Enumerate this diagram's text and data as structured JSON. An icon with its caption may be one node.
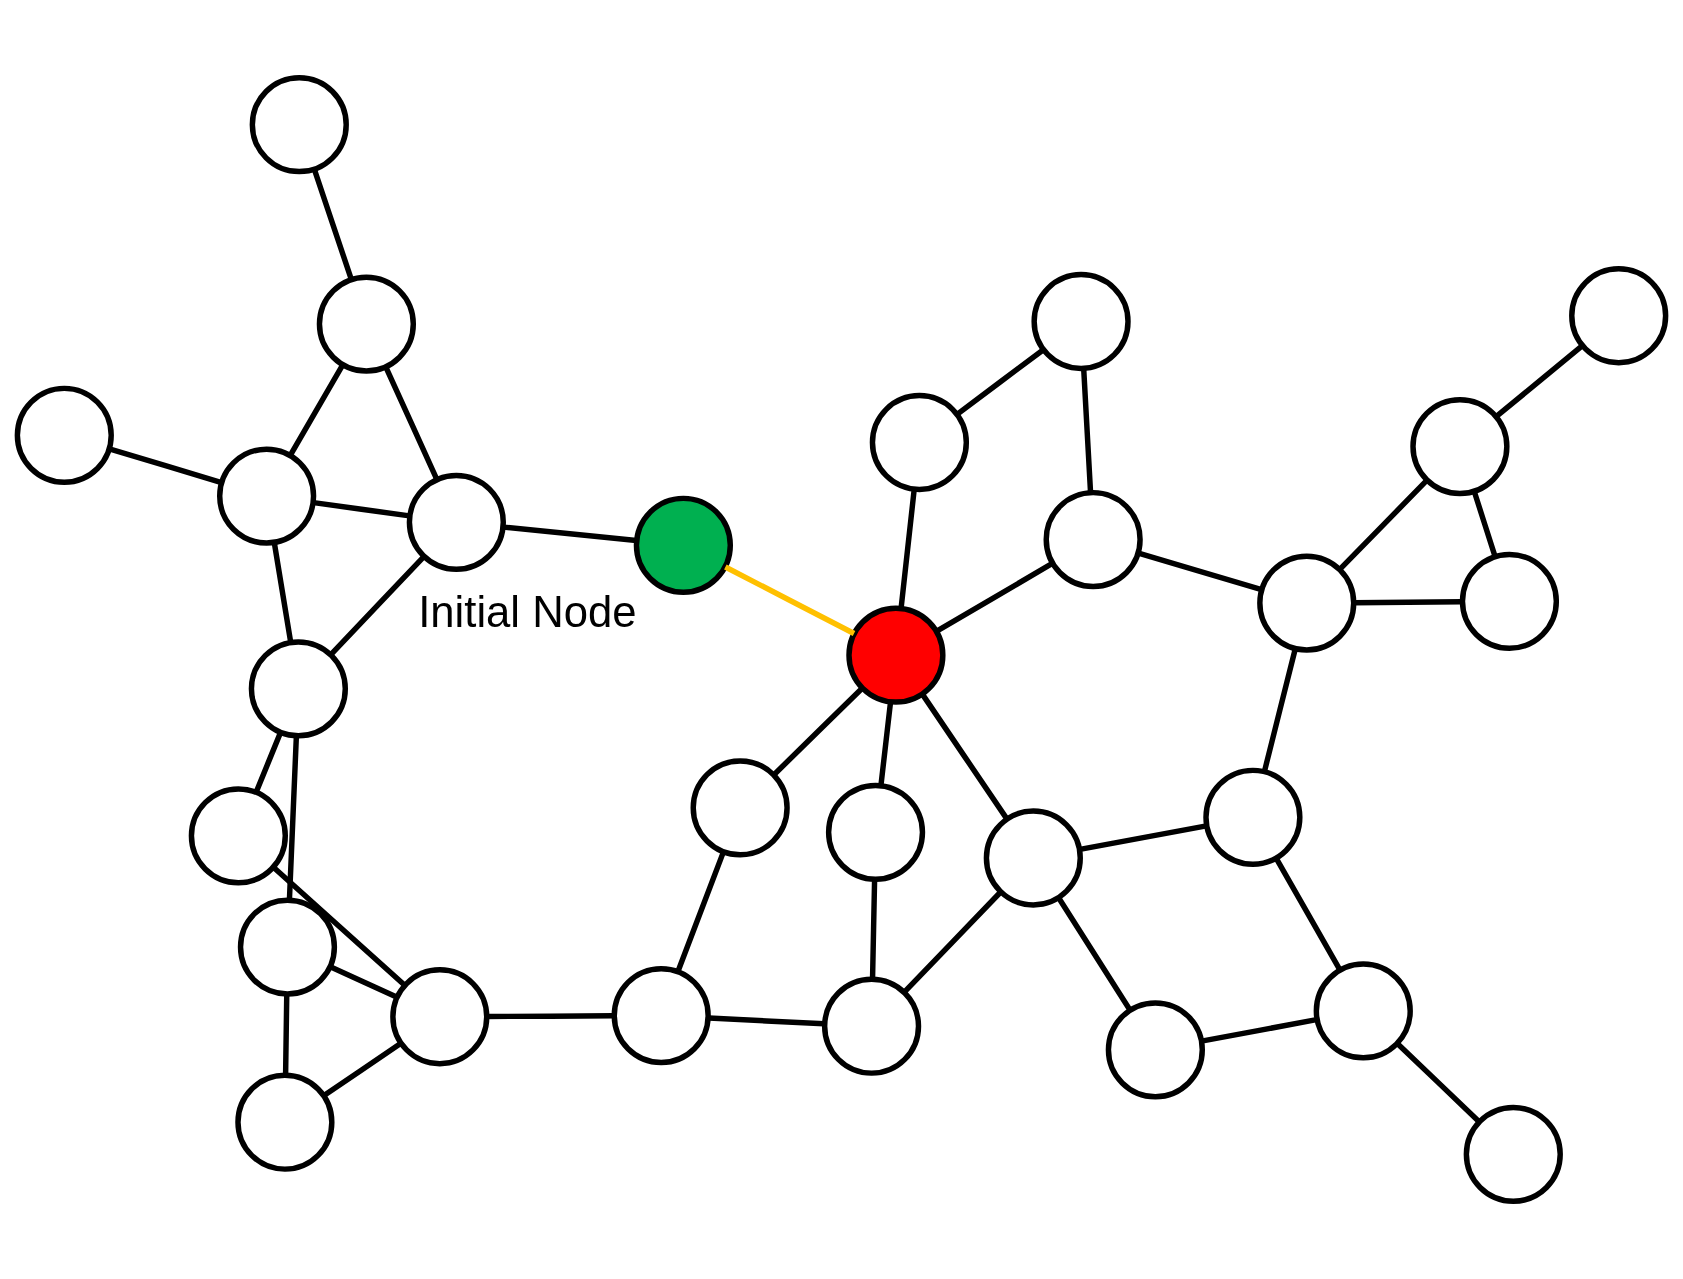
{
  "diagram": {
    "nodes": [
      {
        "text": [],
        "shape": "circle"
      },
      {
        "text": [],
        "shape": "circle"
      },
      {
        "text": [],
        "shape": "circle"
      },
      {
        "text": [],
        "shape": "circle"
      },
      {
        "text": [],
        "shape": "circle"
      },
      {
        "text": [],
        "shape": "circle"
      },
      {
        "text": [],
        "shape": "circle"
      },
      {
        "text": [],
        "shape": "circle"
      },
      {
        "text": [],
        "shape": "circle"
      },
      {
        "text": [],
        "shape": "circle"
      },
      {
        "text": [],
        "shape": "circle"
      },
      {
        "text": [],
        "shape": "circle"
      },
      {
        "text": [],
        "shape": "circle"
      },
      {
        "text": [],
        "shape": "circle"
      },
      {
        "text": [],
        "shape": "circle"
      },
      {
        "text": [],
        "shape": "circle",
        "beside": [
          "Initial Node"
        ]
      },
      {
        "text": [],
        "shape": "circle"
      },
      {
        "text": [],
        "shape": "circle"
      },
      {
        "text": [],
        "shape": "circle"
      },
      {
        "text": [],
        "shape": "circle"
      },
      {
        "text": [],
        "shape": "circle"
      },
      {
        "text": [],
        "shape": "circle"
      },
      {
        "text": [],
        "shape": "circle"
      },
      {
        "text": [],
        "shape": "circle"
      },
      {
        "text": [],
        "shape": "circle"
      },
      {
        "text": [],
        "shape": "circle"
      },
      {
        "text": [],
        "shape": "circle"
      },
      {
        "text": [],
        "shape": "circle"
      }
    ],
    "edges": [
      {
        "from": 0,
        "to": 1,
        "arrow": "none"
      },
      {
        "from": 0,
        "to": 2,
        "arrow": "none"
      },
      {
        "from": 1,
        "to": 2,
        "arrow": "none"
      },
      {
        "from": 1,
        "to": 5,
        "arrow": "none"
      },
      {
        "from": 1,
        "to": 3,
        "arrow": "none"
      },
      {
        "from": 2,
        "to": 14,
        "arrow": "none"
      },
      {
        "from": 5,
        "to": 14,
        "arrow": "none"
      },
      {
        "from": 3,
        "to": 4,
        "arrow": "none"
      },
      {
        "from": 3,
        "to": 6,
        "arrow": "none"
      },
      {
        "from": 4,
        "to": 7,
        "arrow": "none"
      },
      {
        "from": 4,
        "to": 8,
        "arrow": "none"
      },
      {
        "from": 6,
        "to": 12,
        "arrow": "none"
      },
      {
        "from": 7,
        "to": 12,
        "arrow": "none"
      },
      {
        "from": 8,
        "to": 12,
        "arrow": "none"
      },
      {
        "from": 8,
        "to": 11,
        "arrow": "none"
      },
      {
        "from": 8,
        "to": 13,
        "arrow": "none"
      },
      {
        "from": 11,
        "to": 9,
        "arrow": "none"
      },
      {
        "from": 9,
        "to": 10,
        "arrow": "none"
      },
      {
        "from": 9,
        "to": 13,
        "arrow": "none"
      },
      {
        "from": 13,
        "to": 18,
        "arrow": "none"
      },
      {
        "from": 12,
        "to": 17,
        "arrow": "none"
      },
      {
        "from": 12,
        "to": 19,
        "arrow": "none"
      },
      {
        "from": 15,
        "to": 12,
        "arrow": "none",
        "color": "#ffc000"
      },
      {
        "from": 15,
        "to": 16,
        "arrow": "none"
      },
      {
        "from": 14,
        "to": 16,
        "arrow": "none"
      },
      {
        "from": 14,
        "to": 20,
        "arrow": "none"
      },
      {
        "from": 16,
        "to": 20,
        "arrow": "none"
      },
      {
        "from": 16,
        "to": 22,
        "arrow": "none"
      },
      {
        "from": 20,
        "to": 21,
        "arrow": "none"
      },
      {
        "from": 20,
        "to": 22,
        "arrow": "none"
      },
      {
        "from": 22,
        "to": 23,
        "arrow": "none"
      },
      {
        "from": 17,
        "to": 18,
        "arrow": "none"
      },
      {
        "from": 17,
        "to": 24,
        "arrow": "none"
      },
      {
        "from": 19,
        "to": 24,
        "arrow": "none"
      },
      {
        "from": 18,
        "to": 25,
        "arrow": "none"
      },
      {
        "from": 18,
        "to": 26,
        "arrow": "none"
      },
      {
        "from": 25,
        "to": 26,
        "arrow": "none"
      },
      {
        "from": 26,
        "to": 27,
        "arrow": "none"
      }
    ]
  }
}
